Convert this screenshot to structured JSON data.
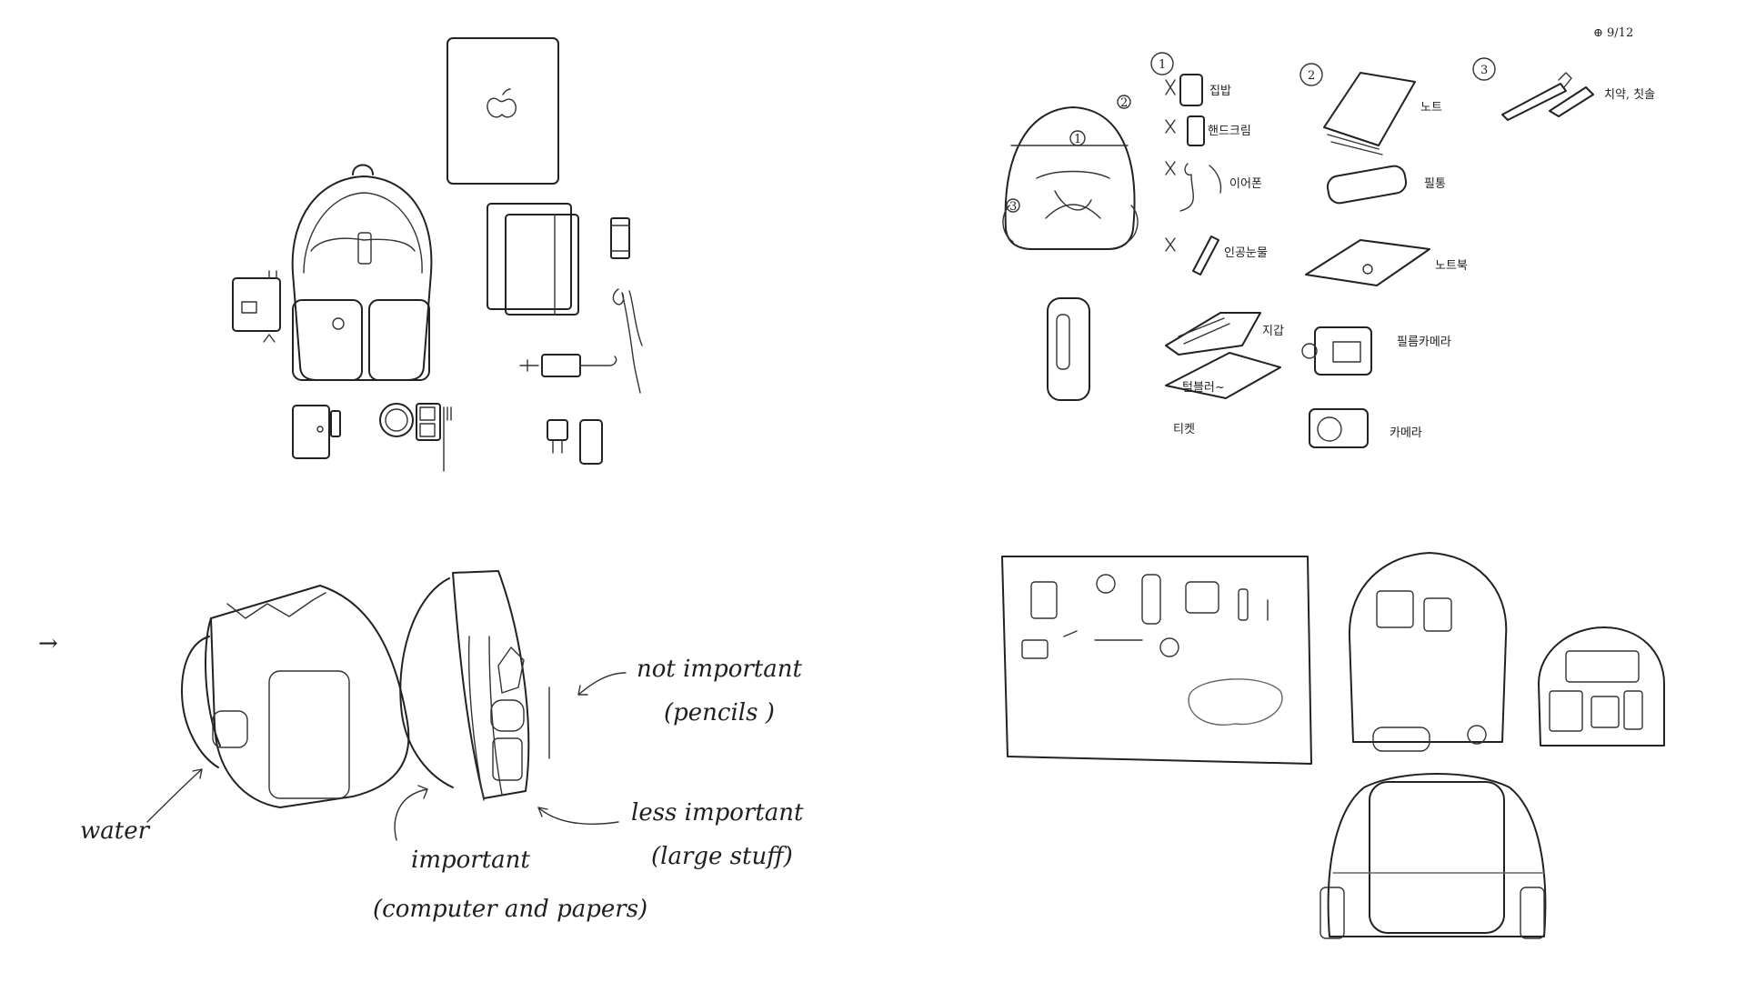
{
  "panels": {
    "top_left": {
      "icon": "apple-logo"
    },
    "top_right": {
      "page_mark": "⊕ 9/12",
      "markers": [
        "1",
        "2",
        "3"
      ],
      "items_group1": [
        "집밥",
        "핸드크림",
        "이어폰",
        "인공눈물",
        "지갑",
        "텀블러~",
        "티켓"
      ],
      "items_group2": [
        "노트",
        "필통",
        "노트북",
        "필름카메라",
        "카메라"
      ],
      "items_group3": [
        "치약, 칫솔"
      ],
      "bottom_caption": "티켓"
    },
    "bottom_left": {
      "arrow": "→",
      "labels": {
        "water": "water",
        "important": "important",
        "important_note": "(computer and papers)",
        "not_important": "not important",
        "not_important_note": "(pencils )",
        "less_important": "less important",
        "less_important_note": "(large stuff)"
      }
    },
    "bottom_right": {}
  }
}
